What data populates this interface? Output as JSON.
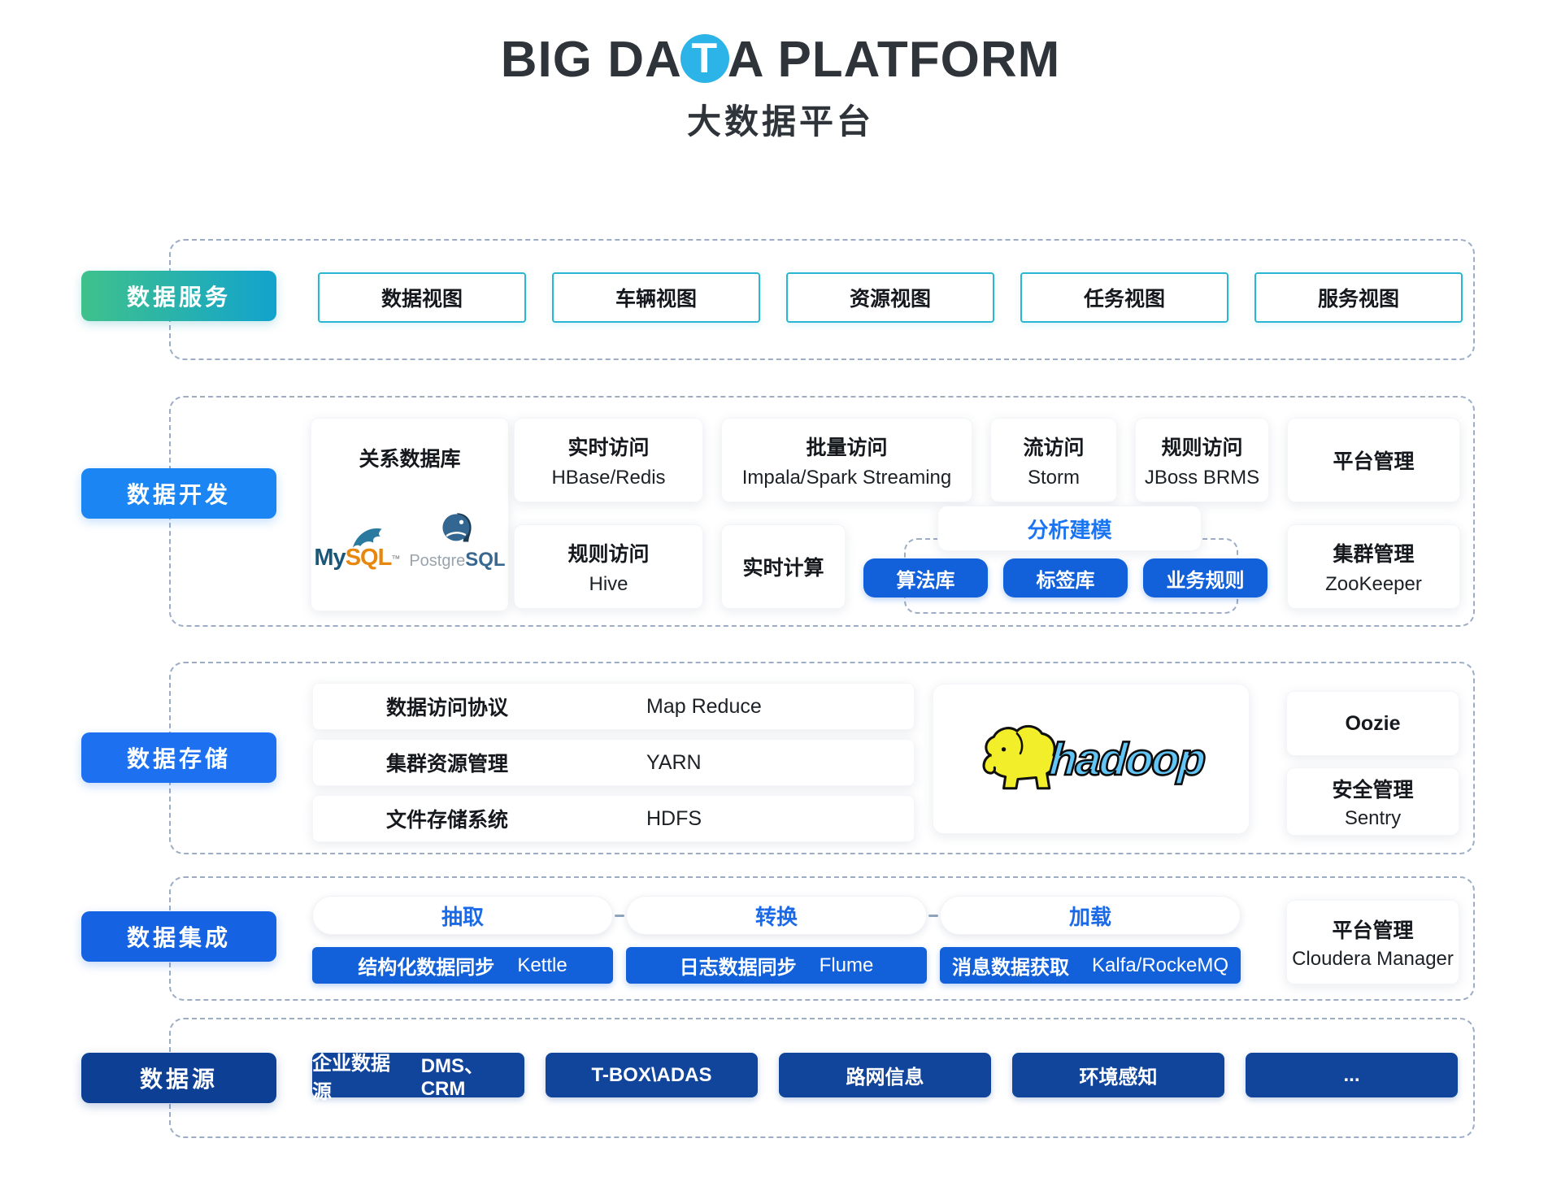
{
  "colors": {
    "title_dot_cyan": "#2cb4e9",
    "teal_gradient_start": "#3fc18c",
    "teal_gradient_end": "#12a3cd",
    "cyan_border": "#2ab5d2",
    "blue_development": "#1b86f3",
    "blue_storage": "#1d70ef",
    "blue_integration": "#1563e3",
    "navy_sources": "#0d3f95",
    "navy_box": "#11459c",
    "button_blue": "#1261da",
    "accent_text_blue": "#1b74f0",
    "dashed_border": "#9cadc4"
  },
  "title": {
    "pre": "BIG DA",
    "circled": "T",
    "post": "A PLATFORM",
    "subtitle": "大数据平台"
  },
  "sections": {
    "services": {
      "label": "数据服务",
      "items": [
        "数据视图",
        "车辆视图",
        "资源视图",
        "任务视图",
        "服务视图"
      ]
    },
    "development": {
      "label": "数据开发",
      "relational": {
        "title": "关系数据库",
        "mysql_my": "My",
        "mysql_sql": "SQL",
        "mysql_tm": "™",
        "pg_pre": "Postgre",
        "pg_sql": "SQL"
      },
      "row1": [
        {
          "title": "实时访问",
          "value": "HBase/Redis"
        },
        {
          "title": "批量访问",
          "value": "Impala/Spark Streaming"
        },
        {
          "title": "流访问",
          "value": "Storm"
        },
        {
          "title": "规则访问",
          "value": "JBoss BRMS"
        },
        {
          "title": "平台管理"
        }
      ],
      "row2": {
        "hive": {
          "title": "规则访问",
          "value": "Hive"
        },
        "realtime": {
          "title": "实时计算"
        },
        "zookeeper": {
          "title": "集群管理",
          "value": "ZooKeeper"
        }
      },
      "analysis": {
        "title": "分析建模",
        "buttons": [
          "算法库",
          "标签库",
          "业务规则"
        ]
      }
    },
    "storage": {
      "label": "数据存储",
      "rows": [
        {
          "label": "数据访问协议",
          "value": "Map Reduce"
        },
        {
          "label": "集群资源管理",
          "value": "YARN"
        },
        {
          "label": "文件存储系统",
          "value": "HDFS"
        }
      ],
      "hadoop_wordmark": "hadoop",
      "oozie": {
        "title": "Oozie"
      },
      "sentry": {
        "title": "安全管理",
        "value": "Sentry"
      }
    },
    "integration": {
      "label": "数据集成",
      "steps": [
        "抽取",
        "转换",
        "加载"
      ],
      "pipelines": [
        {
          "label": "结构化数据同步",
          "value": "Kettle"
        },
        {
          "label": "日志数据同步",
          "value": "Flume"
        },
        {
          "label": "消息数据获取",
          "value": "Kalfa/RockeMQ"
        }
      ],
      "platform": {
        "title": "平台管理",
        "value": "Cloudera Manager"
      }
    },
    "sources": {
      "label": "数据源",
      "items": [
        {
          "label": "企业数据源",
          "value": "DMS、CRM"
        },
        {
          "label": "T-BOX\\ADAS"
        },
        {
          "label": "路网信息"
        },
        {
          "label": "环境感知"
        },
        {
          "label": "..."
        }
      ]
    }
  }
}
